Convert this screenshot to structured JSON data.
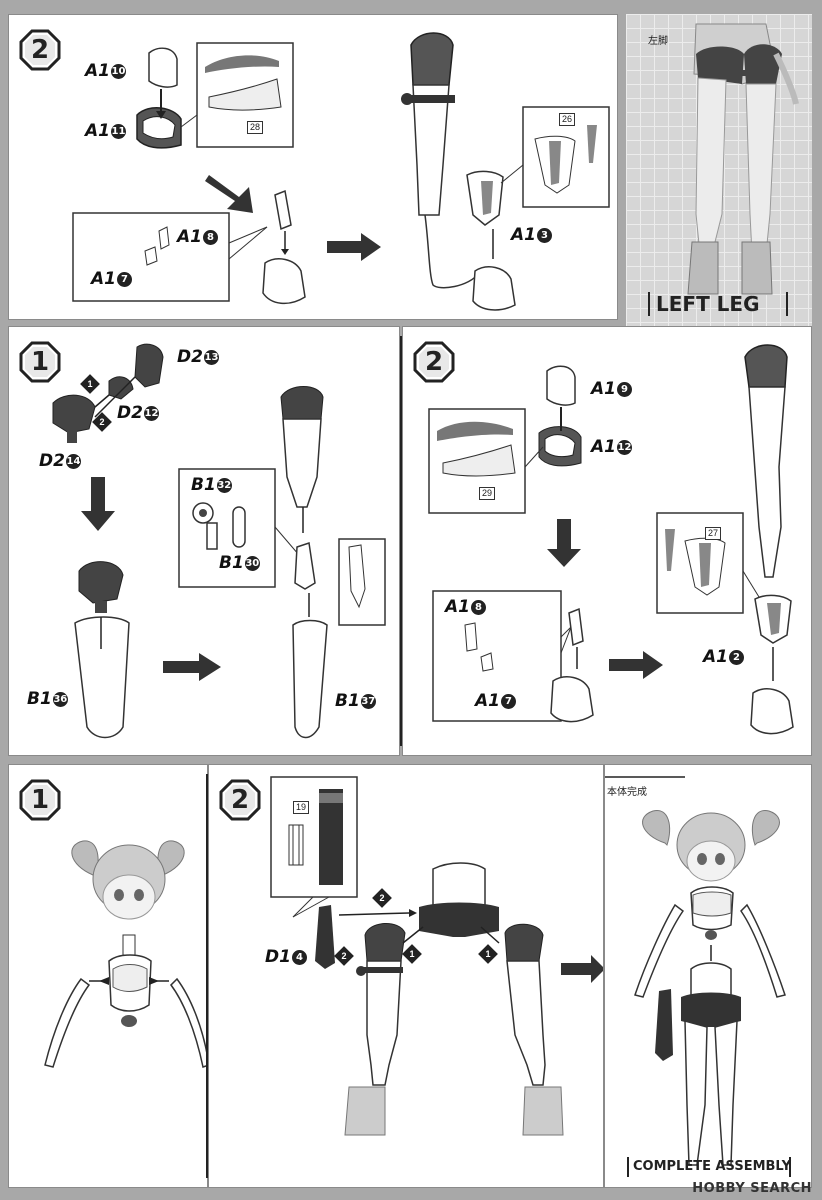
{
  "panel1": {
    "step": "2",
    "labels": {
      "a10": "A1",
      "a10n": "10",
      "a11": "A1",
      "a11n": "11",
      "a8": "A1",
      "a8n": "8",
      "a7": "A1",
      "a7n": "7",
      "a3": "A1",
      "a3n": "3"
    },
    "refs": {
      "r28": "28",
      "r26": "26"
    }
  },
  "photo": {
    "jp_label": "左脚",
    "caption": "LEFT LEG"
  },
  "panel2": {
    "step": "1",
    "labels": {
      "d13": "D2",
      "d13n": "13",
      "d12": "D2",
      "d12n": "12",
      "d14": "D2",
      "d14n": "14",
      "b32": "B1",
      "b32n": "32",
      "b30": "B1",
      "b30n": "30",
      "b36": "B1",
      "b36n": "36",
      "b37": "B1",
      "b37n": "37"
    },
    "seq": [
      "1",
      "2"
    ]
  },
  "panel3": {
    "step": "2",
    "labels": {
      "a9": "A1",
      "a9n": "9",
      "a12": "A1",
      "a12n": "12",
      "a8": "A1",
      "a8n": "8",
      "a7": "A1",
      "a7n": "7",
      "a2": "A1",
      "a2n": "2"
    },
    "refs": {
      "r29": "29",
      "r27": "27"
    }
  },
  "panel4": {
    "step": "1"
  },
  "panel5": {
    "step": "2",
    "labels": {
      "d4": "D1",
      "d4n": "4"
    },
    "refs": {
      "r19": "19"
    },
    "seq": [
      "2",
      "2",
      "1",
      "1"
    ]
  },
  "panel6": {
    "jp_label": "本体完成",
    "caption": "COMPLETE ASSEMBLY"
  },
  "watermark": "HOBBY SEARCH"
}
